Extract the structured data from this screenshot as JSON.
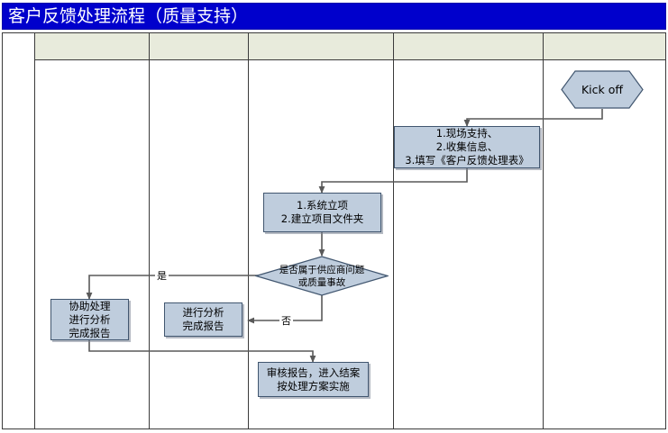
{
  "title": "客户反馈处理流程（质量支持）",
  "colors": {
    "title_bar": "#0000CC",
    "title_text": "#FFFFFF",
    "lane_header": "#E8EBDC",
    "node_fill": "#BFCDDD",
    "node_border": "#41566F",
    "connector": "#595959",
    "grid_line": "#3B3B3B"
  },
  "lanes": {
    "headers": [
      "",
      "",
      "",
      "",
      "",
      ""
    ]
  },
  "flow": {
    "nodes": [
      {
        "id": "kickoff",
        "type": "hexagon",
        "label": "Kick off"
      },
      {
        "id": "support",
        "type": "process",
        "label": "1.现场支持、\n2.收集信息、\n3.填写《客户反馈处理表》",
        "lines": [
          "1.现场支持、",
          "2.收集信息、",
          "3.填写《客户反馈处理表》"
        ]
      },
      {
        "id": "project",
        "type": "process",
        "label": "1.系统立项\n2.建立项目文件夹",
        "lines": [
          "1.系统立项",
          "2.建立项目文件夹"
        ]
      },
      {
        "id": "decision",
        "type": "decision",
        "label": "是否属于供应商问题\n或质量事故",
        "lines": [
          "是否属于供应商问题",
          "或质量事故"
        ]
      },
      {
        "id": "assist",
        "type": "process",
        "label": "协助处理\n进行分析\n完成报告",
        "lines": [
          "协助处理",
          "进行分析",
          "完成报告"
        ]
      },
      {
        "id": "analyze",
        "type": "process",
        "label": "进行分析\n完成报告",
        "lines": [
          "进行分析",
          "完成报告"
        ]
      },
      {
        "id": "review",
        "type": "process",
        "label": "审核报告，进入结案\n按处理方案实施",
        "lines": [
          "审核报告，进入结案",
          "按处理方案实施"
        ]
      }
    ],
    "branch_labels": {
      "yes": "是",
      "no": "否"
    }
  }
}
